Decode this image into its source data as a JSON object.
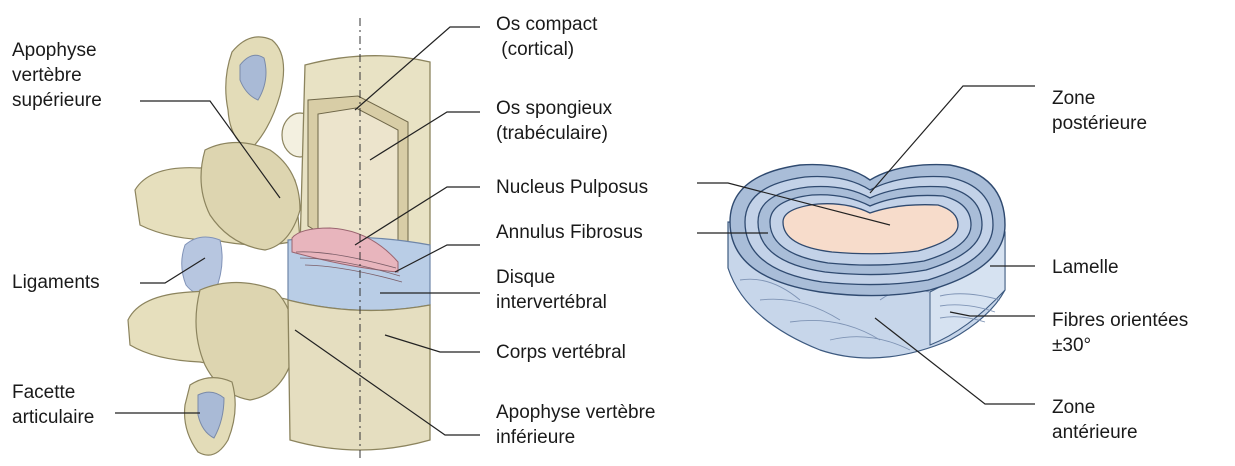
{
  "spine": {
    "labels": {
      "apophyse_sup": [
        "Apophyse",
        "vertèbre",
        "supérieure"
      ],
      "os_compact": [
        "Os compact",
        " (cortical)"
      ],
      "os_spongieux": [
        "Os spongieux",
        "(trabéculaire)"
      ],
      "nucleus": [
        "Nucleus Pulposus"
      ],
      "annulus": [
        "Annulus Fibrosus"
      ],
      "disque": [
        "Disque",
        "intervertébral"
      ],
      "ligaments": [
        "Ligaments"
      ],
      "corps": [
        "Corps vertébral"
      ],
      "facette": [
        "Facette",
        "articulaire"
      ],
      "apophyse_inf": [
        "Apophyse vertèbre",
        "inférieure"
      ]
    }
  },
  "disc": {
    "labels": {
      "zone_post": [
        "Zone",
        "postérieure"
      ],
      "lamelle": [
        "Lamelle"
      ],
      "fibres": [
        "Fibres orientées",
        "±30°"
      ],
      "zone_ant": [
        "Zone",
        "antérieure"
      ]
    }
  },
  "colors": {
    "bone": "#e8e2c4",
    "bone_shadow": "#bcb38a",
    "cortical": "#ddd3b0",
    "nucleus_pink": "#e8b5bd",
    "disc_blue": "#b9cde6",
    "disc_outline": "#3d5a80",
    "nucleus_disc": "#f7dccb",
    "line": "#222222"
  }
}
